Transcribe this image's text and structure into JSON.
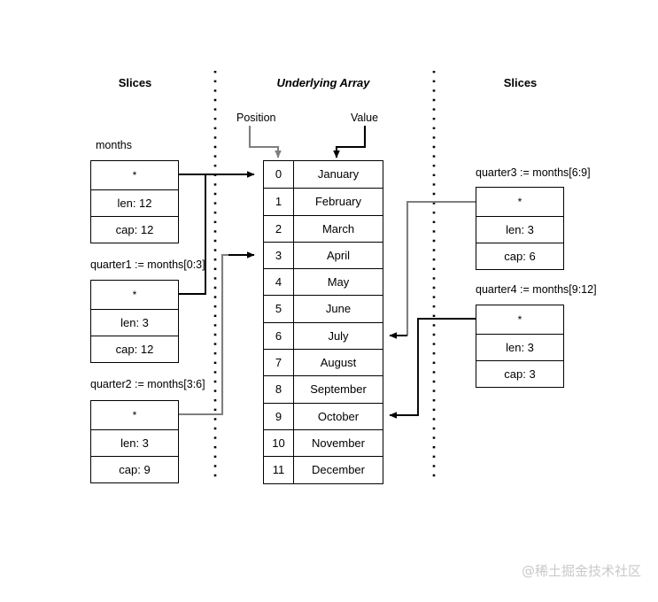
{
  "headers": {
    "left": "Slices",
    "center": "Underlying Array",
    "right": "Slices"
  },
  "annotations": {
    "position": "Position",
    "value": "Value"
  },
  "left_slices": [
    {
      "caption": "months",
      "ptr": "*",
      "len": "len: 12",
      "cap": "cap: 12"
    },
    {
      "caption": "quarter1 := months[0:3]",
      "ptr": "*",
      "len": "len: 3",
      "cap": "cap: 12"
    },
    {
      "caption": "quarter2 := months[3:6]",
      "ptr": "*",
      "len": "len: 3",
      "cap": "cap: 9"
    }
  ],
  "right_slices": [
    {
      "caption": "quarter3 := months[6:9]",
      "ptr": "*",
      "len": "len: 3",
      "cap": "cap: 6"
    },
    {
      "caption": "quarter4 := months[9:12]",
      "ptr": "*",
      "len": "len: 3",
      "cap": "cap: 3"
    }
  ],
  "array": {
    "positions": [
      "0",
      "1",
      "2",
      "3",
      "4",
      "5",
      "6",
      "7",
      "8",
      "9",
      "10",
      "11"
    ],
    "values": [
      "January",
      "February",
      "March",
      "April",
      "May",
      "June",
      "July",
      "August",
      "September",
      "October",
      "November",
      "December"
    ]
  },
  "watermark": "@稀土掘金技术社区",
  "colors": {
    "stroke": "#000000",
    "stroke_gray": "#8c8c8c",
    "background": "#ffffff",
    "watermark": "#c9c9c9"
  }
}
